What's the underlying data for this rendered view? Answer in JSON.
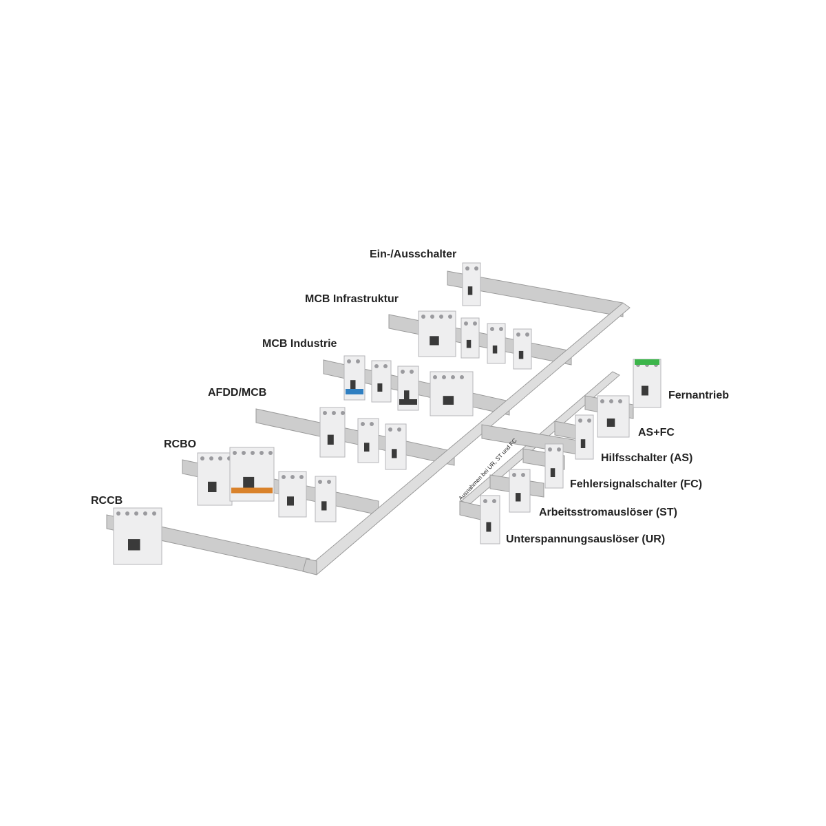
{
  "labels": {
    "ein_aus": "Ein-/Ausschalter",
    "mcb_infra": "MCB Infrastruktur",
    "mcb_industrie": "MCB Industrie",
    "afdd_mcb": "AFDD/MCB",
    "rcbo": "RCBO",
    "rccb": "RCCB",
    "fernantrieb": "Fernantrieb",
    "as_fc": "AS+FC",
    "hilfsschalter": "Hilfsschalter (AS)",
    "fehlersignal": "Fehlersignalschalter (FC)",
    "arbeitsstrom": "Arbeitsstromauslöser (ST)",
    "unterspannung": "Unterspannungsauslöser (UR)"
  },
  "note": "Ausnahmen bei UR, ST und FC",
  "colors": {
    "rail": "#cdcdcd",
    "rail_edge": "#9a9a9a",
    "device": "#eeeeef",
    "device_dark": "#3a3a3a",
    "accent_green": "#3cb54a",
    "accent_orange": "#d9822b",
    "accent_blue": "#2f7fc1"
  }
}
